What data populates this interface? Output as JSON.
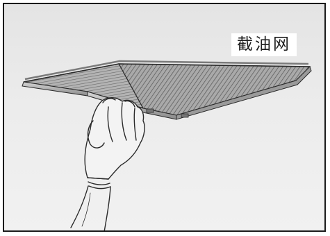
{
  "illustration": {
    "label": "截油网",
    "description_icons": [
      "grease-filter-screen",
      "gloved-hand"
    ],
    "colors": {
      "background": "#ececec",
      "frame": "#1a1a1a",
      "mesh_dark": "#6f6f6f",
      "mesh_light": "#b9b9b9",
      "outline": "#2a2a2a",
      "hand_fill": "#f3f3f3"
    }
  }
}
